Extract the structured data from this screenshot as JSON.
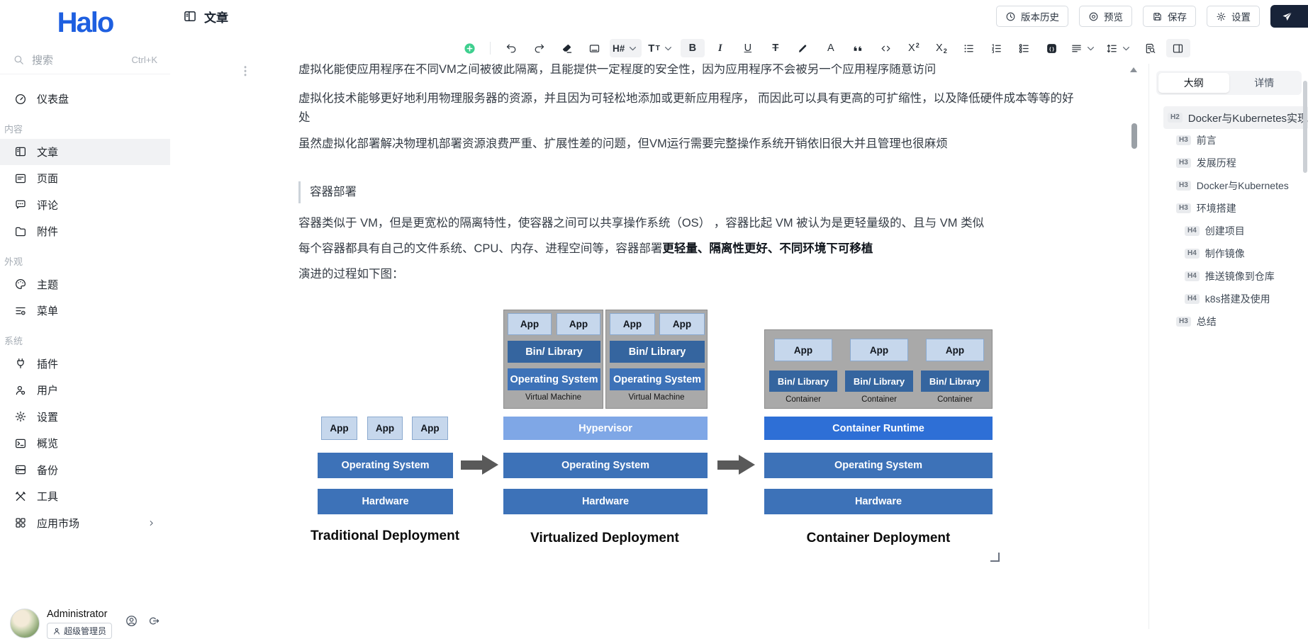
{
  "sidebar": {
    "logo": "Halo",
    "search": {
      "placeholder": "搜索",
      "shortcut": "Ctrl+K"
    },
    "sections": [
      {
        "label": null,
        "items": [
          {
            "name": "dashboard",
            "icon": "gauge",
            "label": "仪表盘"
          }
        ]
      },
      {
        "label": "内容",
        "items": [
          {
            "name": "posts",
            "icon": "posts",
            "label": "文章",
            "active": true
          },
          {
            "name": "pages",
            "icon": "pages",
            "label": "页面"
          },
          {
            "name": "comments",
            "icon": "comments",
            "label": "评论"
          },
          {
            "name": "attachments",
            "icon": "attachments",
            "label": "附件"
          }
        ]
      },
      {
        "label": "外观",
        "items": [
          {
            "name": "themes",
            "icon": "themes",
            "label": "主题"
          },
          {
            "name": "menus",
            "icon": "menus",
            "label": "菜单"
          }
        ]
      },
      {
        "label": "系统",
        "items": [
          {
            "name": "plugins",
            "icon": "plugins",
            "label": "插件"
          },
          {
            "name": "users",
            "icon": "users",
            "label": "用户"
          },
          {
            "name": "settings",
            "icon": "gear",
            "label": "设置"
          },
          {
            "name": "overview",
            "icon": "overview",
            "label": "概览"
          },
          {
            "name": "backup",
            "icon": "backup",
            "label": "备份"
          },
          {
            "name": "tools",
            "icon": "tools",
            "label": "工具"
          },
          {
            "name": "app-market",
            "icon": "appstore",
            "label": "应用市场",
            "chevron": true
          }
        ]
      }
    ],
    "user": {
      "name": "Administrator",
      "role": "超级管理员"
    }
  },
  "header": {
    "title": "文章",
    "actions": [
      {
        "name": "version-history",
        "icon": "history",
        "label": "版本历史"
      },
      {
        "name": "preview",
        "icon": "preview",
        "label": "预览"
      },
      {
        "name": "save",
        "icon": "save",
        "label": "保存"
      },
      {
        "name": "settings",
        "icon": "gear",
        "label": "设置"
      }
    ]
  },
  "toolbar": {
    "items": [
      {
        "name": "insert",
        "icon": "pluscircle"
      },
      {
        "divider": true
      },
      {
        "name": "undo",
        "icon": "undo"
      },
      {
        "name": "redo",
        "icon": "redo"
      },
      {
        "name": "clear-format",
        "icon": "eraser"
      },
      {
        "name": "keyboard",
        "icon": "kbd"
      },
      {
        "name": "heading",
        "label": "H#",
        "cls": "t-h",
        "caret": true,
        "active": true
      },
      {
        "name": "font-size",
        "label": "T",
        "small": "T",
        "caret": true
      },
      {
        "name": "bold",
        "label": "B",
        "cls": "t-b",
        "active": true
      },
      {
        "name": "italic",
        "label": "I",
        "cls": "t-i"
      },
      {
        "name": "underline",
        "label": "U",
        "cls": "t-u"
      },
      {
        "name": "strikethrough",
        "label": "T",
        "cls": "t-s"
      },
      {
        "name": "highlight",
        "icon": "pen"
      },
      {
        "name": "text-color",
        "label": "A"
      },
      {
        "name": "blockquote",
        "icon": "quote"
      },
      {
        "name": "inline-code",
        "icon": "code"
      },
      {
        "name": "superscript",
        "label": "X",
        "sup": "2"
      },
      {
        "name": "subscript",
        "label": "X",
        "sub": "2"
      },
      {
        "name": "bullet-list",
        "icon": "ul"
      },
      {
        "name": "ordered-list",
        "icon": "ol"
      },
      {
        "name": "task-list",
        "icon": "task"
      },
      {
        "name": "code-block",
        "icon": "codeblock"
      },
      {
        "name": "align",
        "icon": "align",
        "caret": true
      },
      {
        "name": "line-height",
        "icon": "lineheight",
        "caret": true
      },
      {
        "name": "search-replace",
        "icon": "finddoc"
      },
      {
        "name": "toggle-outline-panel",
        "icon": "panelright",
        "active": true
      }
    ]
  },
  "editor": {
    "p0": "虚拟化能使应用程序在不同VM之间被彼此隔离，且能提供一定程度的安全性，因为应用程序不会被另一个应用程序随意访问",
    "p1": "虚拟化技术能够更好地利用物理服务器的资源，并且因为可轻松地添加或更新应用程序， 而因此可以具有更高的可扩缩性，以及降低硬件成本等等的好处",
    "p2": "虽然虚拟化部署解决物理机部署资源浪费严重、扩展性差的问题，但VM运行需要完整操作系统开销依旧很大并且管理也很麻烦",
    "quote": "容器部署",
    "p3": "容器类似于 VM，但是更宽松的隔离特性，使容器之间可以共享操作系统（OS） ，容器比起 VM 被认为是更轻量级的、且与 VM 类似",
    "p4_text": "每个容器都具有自己的文件系统、CPU、内存、进程空间等，容器部署",
    "p4_bold": "更轻量、隔离性更好、不同环境下可移植",
    "p5": "演进的过程如下图："
  },
  "outline": {
    "tabs": [
      {
        "label": "大纲",
        "active": true
      },
      {
        "label": "详情"
      }
    ],
    "items": [
      {
        "level": "H2",
        "text": "Docker与Kubernetes实现自动化部署",
        "active": true
      },
      {
        "level": "H3",
        "text": "前言"
      },
      {
        "level": "H3",
        "text": "发展历程"
      },
      {
        "level": "H3",
        "text": "Docker与Kubernetes"
      },
      {
        "level": "H3",
        "text": "环境搭建"
      },
      {
        "level": "H4",
        "text": "创建项目"
      },
      {
        "level": "H4",
        "text": "制作镜像"
      },
      {
        "level": "H4",
        "text": "推送镜像到仓库"
      },
      {
        "level": "H4",
        "text": "k8s搭建及使用"
      },
      {
        "level": "H3",
        "text": "总结"
      }
    ]
  },
  "diagram": {
    "labels": {
      "app": "App",
      "bin": "Bin/ Library",
      "os": "Operating System",
      "hw": "Hardware",
      "vm": "Virtual Machine",
      "container": "Container",
      "hypervisor": "Hypervisor",
      "runtime": "Container Runtime"
    },
    "stack_titles": [
      "Traditional Deployment",
      "Virtualized Deployment",
      "Container Deployment"
    ],
    "colors": {
      "bar_blue": "#3d72b8",
      "bin_blue": "#35659f",
      "hypervisor": "#7fa7e6",
      "runtime": "#2e6fd6",
      "app_fill": "#c6d7ec",
      "group_gray": "#a9a9a9",
      "arrow": "#595959"
    }
  }
}
